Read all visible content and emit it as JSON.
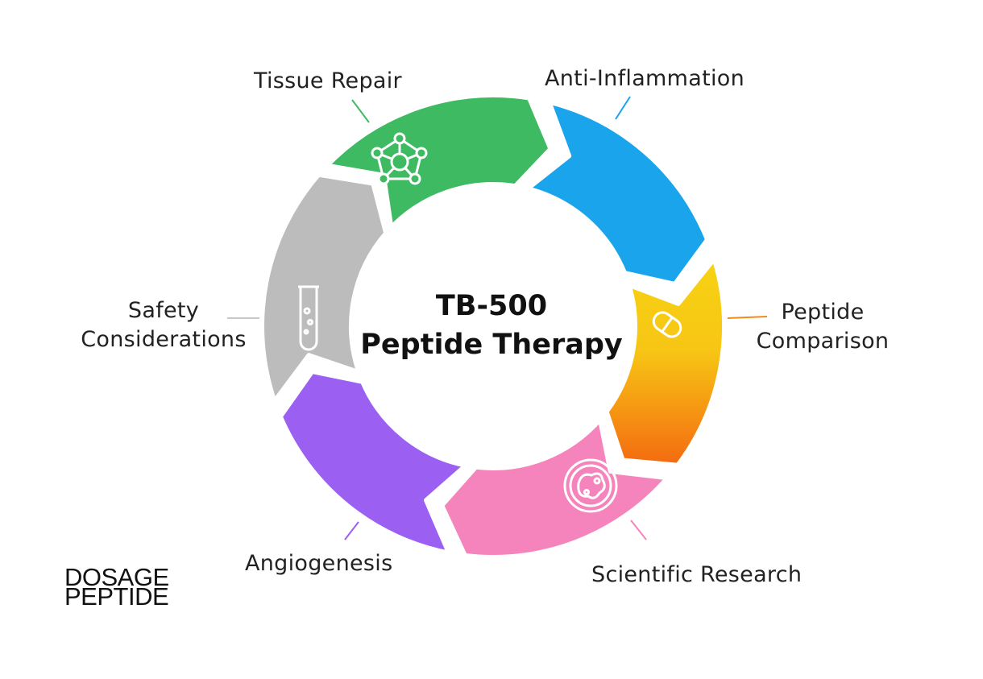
{
  "diagram": {
    "center": {
      "line1": "TB-500",
      "line2": "Peptide Therapy"
    },
    "segments": [
      {
        "key": "tissue-repair",
        "label": "Tissue Repair",
        "color": "#3dba62",
        "icon": "molecule-icon"
      },
      {
        "key": "anti-inflammation",
        "label": "Anti-Inflammation",
        "color": "#1aa4ec",
        "icon": ""
      },
      {
        "key": "peptide-comparison",
        "label_line1": "Peptide",
        "label_line2": "Comparison",
        "color": "#f7c515",
        "color_end": "#f57a10",
        "icon": "capsule-icon"
      },
      {
        "key": "scientific-research",
        "label": "Scientific Research",
        "color": "#f584bd",
        "icon": "petri-dish-icon"
      },
      {
        "key": "angiogenesis",
        "label": "Angiogenesis",
        "color": "#9b60f2",
        "icon": ""
      },
      {
        "key": "safety-considerations",
        "label_line1": "Safety",
        "label_line2": "Considerations",
        "color": "#bcbcbc",
        "icon": "test-tube-icon"
      }
    ]
  },
  "brand": {
    "line1": "DOSAGE",
    "line2": "PEPTIDE"
  }
}
